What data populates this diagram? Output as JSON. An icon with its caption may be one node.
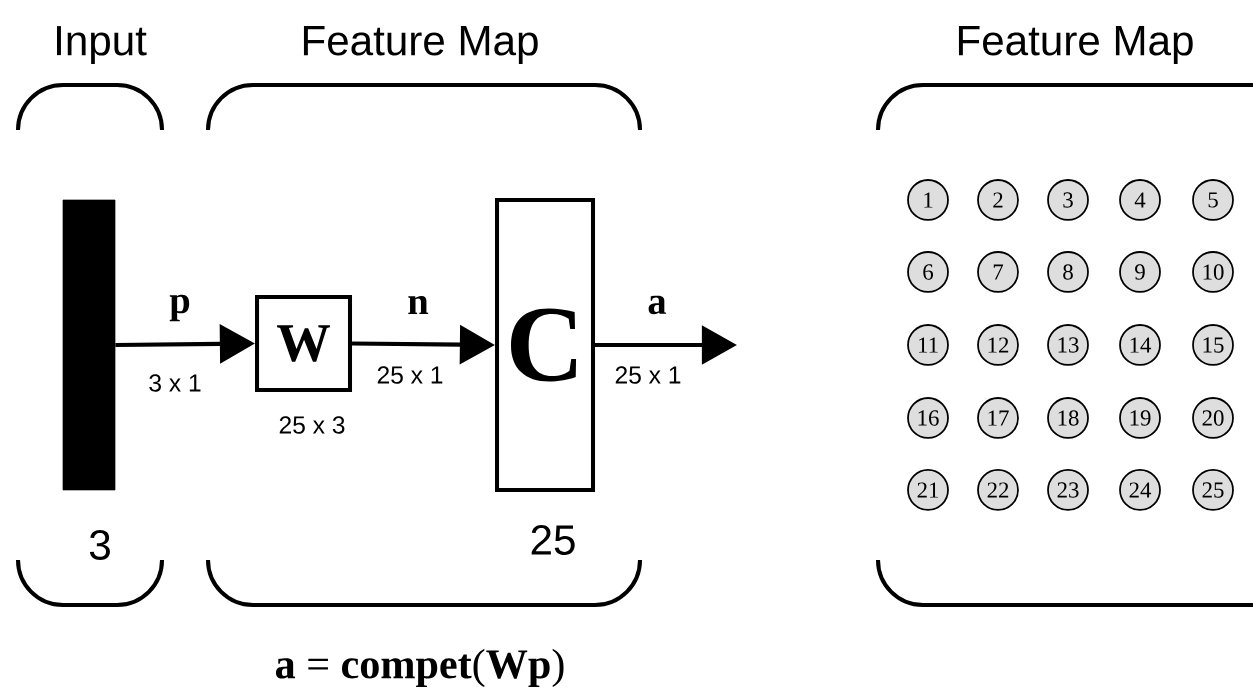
{
  "diagram": {
    "caption": "**a** = **compet**(**Wp**)",
    "nodes": [
      {
        "text": [
          "Input"
        ]
      },
      {
        "text": [],
        "shape": "bar",
        "in": 0,
        "beside": [
          "3"
        ]
      },
      {
        "text": [
          "Feature Map"
        ]
      },
      {
        "text": [
          "W"
        ],
        "in": 2,
        "beside": [
          "25 x 3"
        ]
      },
      {
        "text": [
          "C"
        ],
        "in": 2,
        "beside": [
          "25"
        ]
      },
      {
        "text": [
          "Feature Map"
        ]
      },
      {
        "text": [
          "1"
        ],
        "in": 5
      },
      {
        "text": [
          "2"
        ],
        "in": 5
      },
      {
        "text": [
          "3"
        ],
        "in": 5
      },
      {
        "text": [
          "4"
        ],
        "in": 5
      },
      {
        "text": [
          "5"
        ],
        "in": 5
      },
      {
        "text": [
          "6"
        ],
        "in": 5
      },
      {
        "text": [
          "7"
        ],
        "in": 5
      },
      {
        "text": [
          "8"
        ],
        "in": 5
      },
      {
        "text": [
          "9"
        ],
        "in": 5
      },
      {
        "text": [
          "10"
        ],
        "in": 5
      },
      {
        "text": [
          "11"
        ],
        "in": 5
      },
      {
        "text": [
          "12"
        ],
        "in": 5
      },
      {
        "text": [
          "13"
        ],
        "in": 5
      },
      {
        "text": [
          "14"
        ],
        "in": 5
      },
      {
        "text": [
          "15"
        ],
        "in": 5
      },
      {
        "text": [
          "16"
        ],
        "in": 5
      },
      {
        "text": [
          "17"
        ],
        "in": 5
      },
      {
        "text": [
          "18"
        ],
        "in": 5
      },
      {
        "text": [
          "19"
        ],
        "in": 5
      },
      {
        "text": [
          "20"
        ],
        "in": 5
      },
      {
        "text": [
          "21"
        ],
        "in": 5
      },
      {
        "text": [
          "22"
        ],
        "in": 5
      },
      {
        "text": [
          "23"
        ],
        "in": 5
      },
      {
        "text": [
          "24"
        ],
        "in": 5
      },
      {
        "text": [
          "25"
        ],
        "in": 5
      }
    ],
    "edges": [
      {
        "from": 1,
        "to": 3,
        "arrow": "to",
        "label": "p"
      },
      {
        "from": 3,
        "to": 4,
        "arrow": "to",
        "label": "n"
      },
      {
        "from": 4,
        "to": null,
        "arrow": "to",
        "label": "a"
      }
    ],
    "labels": [
      "3 x 1",
      "25 x 1",
      "25 x 1"
    ]
  }
}
